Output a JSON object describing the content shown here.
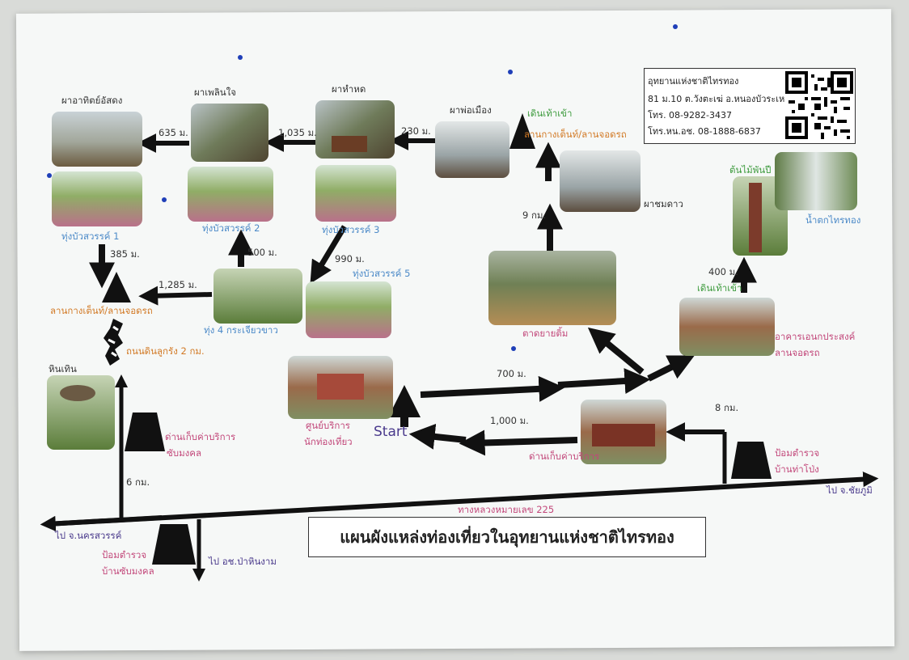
{
  "map_title": "แผนผังแหล่งท่องเที่ยวในอุทยานแห่งชาติไทรทอง",
  "info": {
    "name": "อุทยานแห่งชาติไทรทอง",
    "address": "81 ม.10 ต.วังตะเฆ่ อ.หนองบัวระเหว",
    "phone": "โทร. 08-9282-3437",
    "phone_chief": "โทร.หน.อช. 08-1888-6837"
  },
  "places": {
    "pha_athit_ustong": "ผาอาทิตย์อัสดง",
    "pha_ploen_jai": "ผาเพลินใจ",
    "pha_hamhod": "ผาหำหด",
    "pha_pho_mueang": "ผาพ่อเมือง",
    "thung_1": "ทุ่งบัวสวรรค์ 1",
    "thung_2": "ทุ่งบัวสวรรค์ 2",
    "thung_3": "ทุ่งบัวสวรรค์ 3",
    "thung_5": "ทุ่งบัวสวรรค์ 5",
    "thung_4": "ทุ่ง 4 กระเจียวขาว",
    "pha_chom_dao": "ผาชมดาว",
    "ton_sai_phan_pi": "ต้นไม้พันปี",
    "nam_tok": "น้ำตกไทรทอง",
    "tat_yai_tim": "ตาดยายติ้ม",
    "hin_thoen": "หินเทิน",
    "visitor_center_1": "ศูนย์บริการ",
    "visitor_center_2": "นักท่องเที่ยว",
    "building_1": "อาคารเอนกประสงค์",
    "building_2": "ลานจอดรถ",
    "camp_top": "ลานกางเต็นท์/ลานจอดรถ",
    "camp_left": "ลานกางเต็นท์/ลานจอดรถ",
    "walk_top": "เดินเท้าเข้า",
    "walk_right": "เดินเท้าเข้า",
    "dirt_road": "ถนนดินลูกรัง 2 กม.",
    "fee_left_1": "ด่านเก็บค่าบริการ",
    "fee_left_2": "ซับมงคล",
    "fee_right": "ด่านเก็บค่าบริการ",
    "checkpoint_right_1": "ป้อมตำรวจ",
    "checkpoint_right_2": "บ้านท่าโป่ง",
    "checkpoint_left_1": "ป้อมตำรวจ",
    "checkpoint_left_2": "บ้านซับมงคล",
    "start": "Start"
  },
  "distances": {
    "d635": "635 ม.",
    "d1035": "1,035 ม.",
    "d230": "230 ม.",
    "d385": "385 ม.",
    "d500": "500 ม.",
    "d990": "990 ม.",
    "d1285": "1,285 ม.",
    "d9km": "9 กม.",
    "d400": "400 ม.",
    "d700": "700 ม.",
    "d1000": "1,000 ม.",
    "d8km": "8 กม.",
    "d6km": "6 กม."
  },
  "roads": {
    "highway": "ทางหลวงหมายเลข 225",
    "to_chaiyaphum": "ไป จ.ชัยภูมิ",
    "to_nakhon_sawan": "ไป จ.นครสวรรค์",
    "to_pa_hin_ngam": "ไป อช.ป่าหินงาม"
  },
  "colors": {
    "label_blue": "#4c8ac8",
    "label_orange": "#d27a26",
    "label_pink": "#c2477a",
    "arrow": "#111111"
  }
}
